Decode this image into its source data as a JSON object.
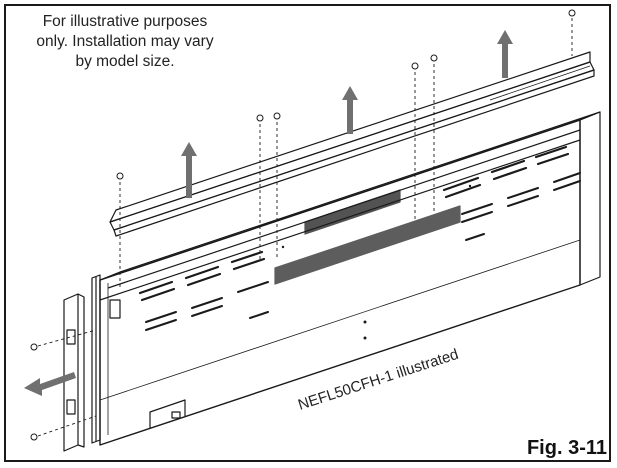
{
  "note": {
    "line1": "For illustrative purposes",
    "line2": "only. Installation may vary",
    "line3": "by model size."
  },
  "model_label": "NEFL50CFH-1 illustrated",
  "figure_label": "Fig. 3-11",
  "colors": {
    "outline": "#1a1a1a",
    "arrow": "#707070",
    "frame": "#1a1a1a"
  }
}
